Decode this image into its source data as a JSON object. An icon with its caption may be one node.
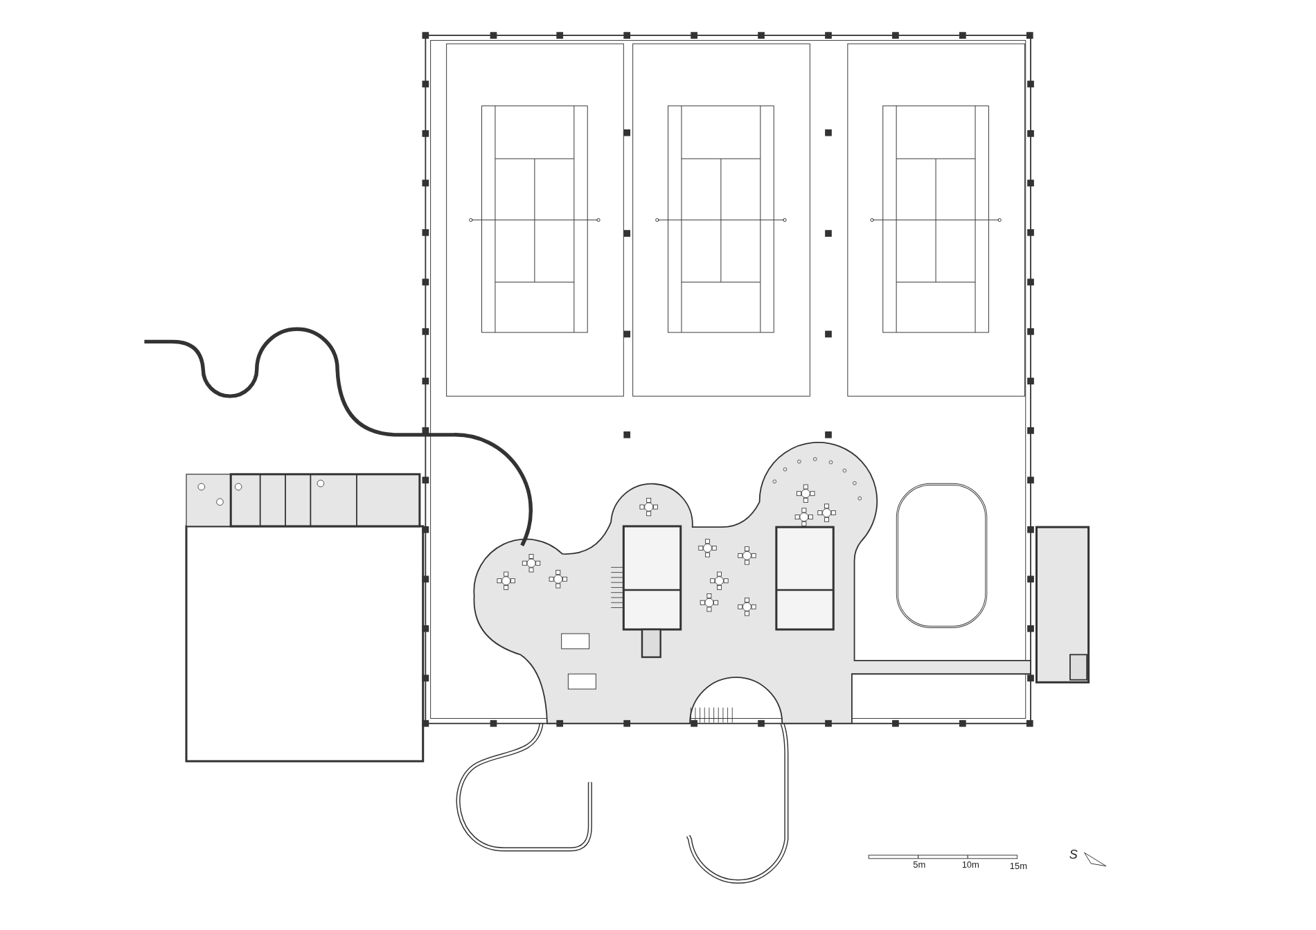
{
  "diagram": {
    "labels": [
      "5m",
      "10m",
      "15m",
      "S"
    ]
  }
}
